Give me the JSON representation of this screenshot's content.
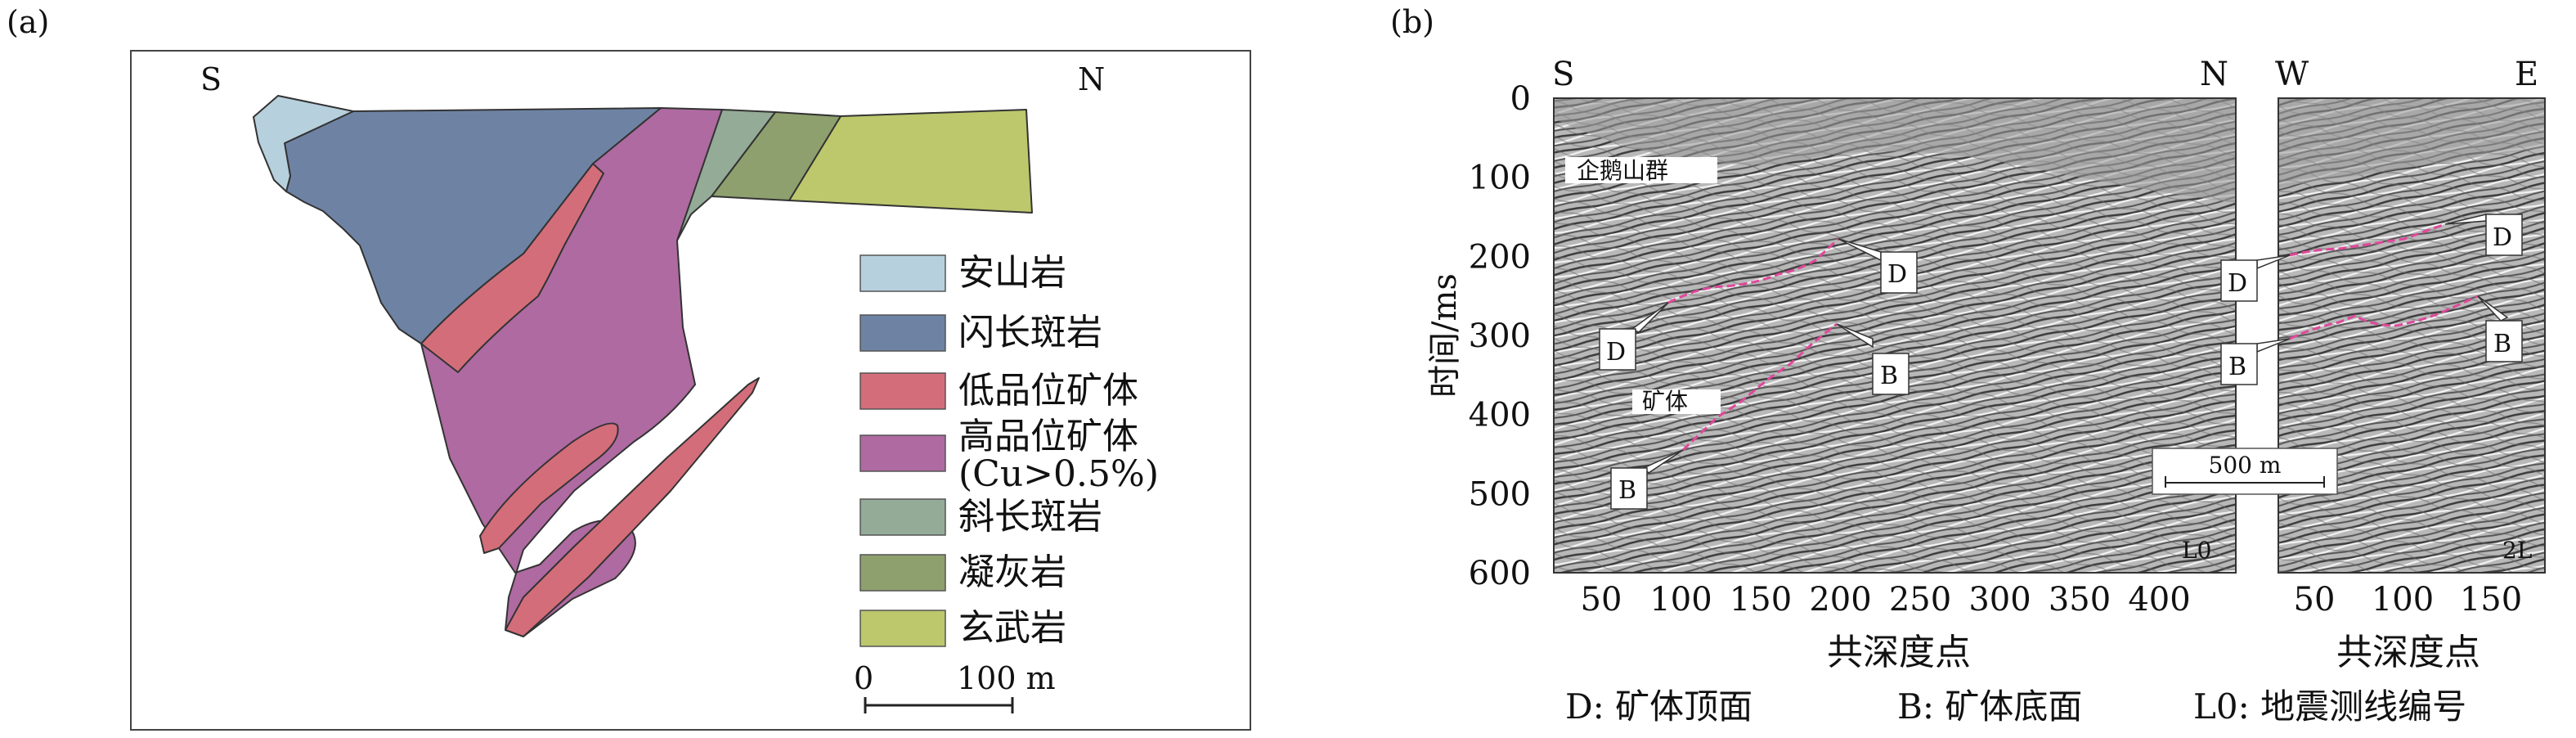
{
  "panel_a": {
    "label": "(a)",
    "dir_left": "S",
    "dir_right": "N",
    "legend": [
      {
        "label": "安山岩",
        "color": "#b7d0de"
      },
      {
        "label": "闪长斑岩",
        "color": "#6e83a4"
      },
      {
        "label": "低品位矿体",
        "color": "#d46d7a"
      },
      {
        "label": "高品位矿体",
        "label2": "(Cu>0.5%)",
        "color": "#ae6aa1"
      },
      {
        "label": "斜长斑岩",
        "color": "#94ab98"
      },
      {
        "label": "凝灰岩",
        "color": "#8ea06e"
      },
      {
        "label": "玄武岩",
        "color": "#bdc76c"
      }
    ],
    "scale": {
      "zero": "0",
      "len": "100 m"
    }
  },
  "panel_b": {
    "label": "(b)",
    "line1": {
      "dir_left": "S",
      "dir_right": "N",
      "tag": "L0",
      "xticks": [
        "50",
        "100",
        "150",
        "200",
        "250",
        "300",
        "350",
        "400"
      ]
    },
    "line2": {
      "dir_left": "W",
      "dir_right": "E",
      "tag": "2L",
      "xticks": [
        "50",
        "100",
        "150"
      ]
    },
    "yticks": [
      "0",
      "100",
      "200",
      "300",
      "400",
      "500",
      "600"
    ],
    "ylabel": "时间/ms",
    "xlabel": "共深度点",
    "label_qie": "企鹅山群",
    "label_kuang": "矿体",
    "label_D": "D",
    "label_B": "B",
    "scale_bar": "500 m",
    "note_D": "D: 矿体顶面",
    "note_B": "B: 矿体底面",
    "note_L0": "L0: 地震测线编号"
  }
}
